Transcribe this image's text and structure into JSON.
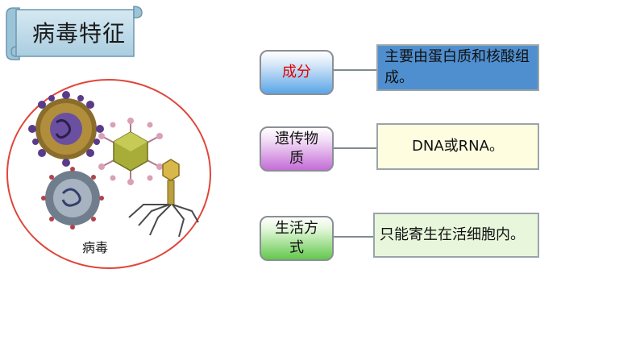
{
  "title": "病毒特征",
  "figure": {
    "caption": "病毒"
  },
  "features": [
    {
      "label": "成分",
      "description": "主要由蛋白质和核酸组成。"
    },
    {
      "label": "遗传物质",
      "description": "DNA或RNA。"
    },
    {
      "label": "生活方式",
      "description": "只能寄生在活细胞内。"
    }
  ],
  "colors": {
    "circle_border": "#e0463a",
    "label1_text": "#e00000",
    "box1": "#4f8fcf",
    "box2": "#fefde0",
    "box3": "#e8f6dc"
  }
}
